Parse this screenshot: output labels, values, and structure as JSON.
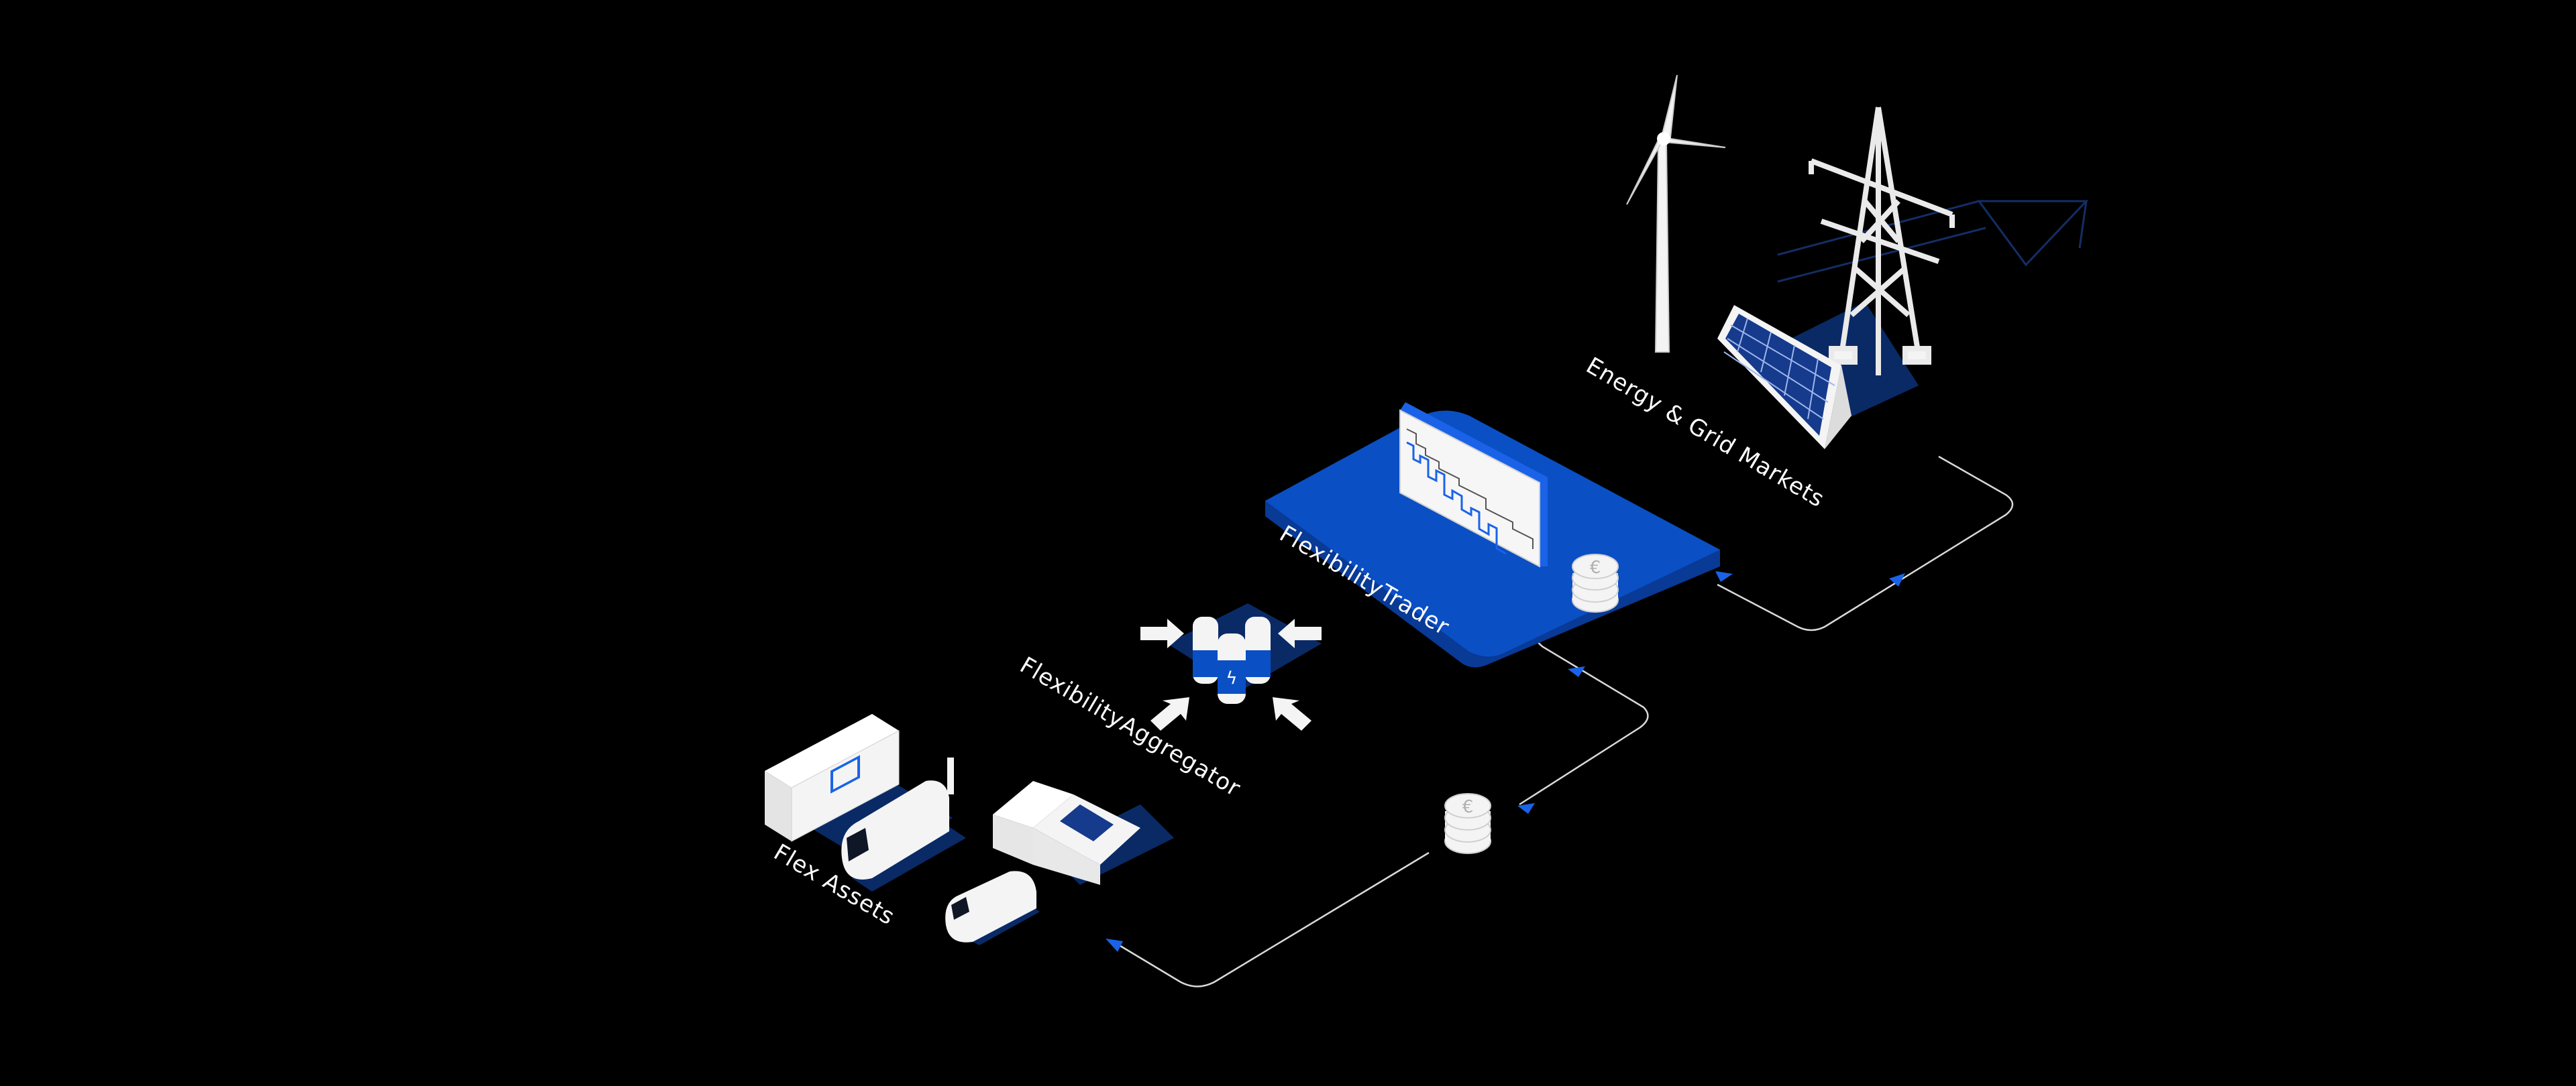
{
  "labels": {
    "energy_markets": "Energy & Grid Markets",
    "trader": "FlexibilityTrader",
    "aggregator": "FlexibilityAggregator",
    "flex_assets": "Flex Assets"
  },
  "colors": {
    "background": "#000000",
    "platform_blue": "#0a4fc4",
    "accent_blue": "#1a63e8",
    "shadow_navy": "#0a2a66",
    "object_white": "#f4f4f4",
    "connector": "#d9d9d9"
  }
}
